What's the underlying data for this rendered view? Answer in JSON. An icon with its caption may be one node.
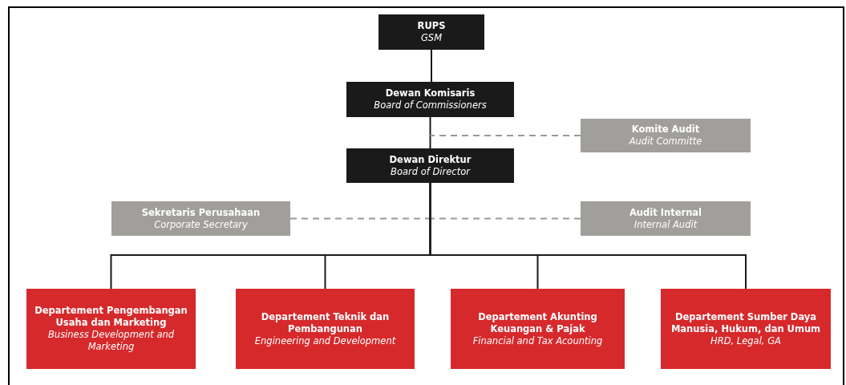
{
  "diagram": {
    "nodes": [
      {
        "text": [
          "RUPS",
          "GSM"
        ]
      },
      {
        "text": [
          "Dewan Komisaris",
          "Board of Commissioners"
        ]
      },
      {
        "text": [
          "Komite Audit",
          "Audit Committe"
        ]
      },
      {
        "text": [
          "Dewan Direktur",
          "Board of Director"
        ]
      },
      {
        "text": [
          "Sekretaris Perusahaan",
          "Corporate Secretary"
        ]
      },
      {
        "text": [
          "Audit Internal",
          "Internal Audit"
        ]
      },
      {
        "text": [
          "Departement Pengembangan Usaha dan Marketing",
          "Business Development and Marketing"
        ]
      },
      {
        "text": [
          "Departement Teknik dan Pembangunan",
          "Engineering and Development"
        ]
      },
      {
        "text": [
          "Departement Akunting Keuangan & Pajak",
          "Financial and Tax Acounting"
        ]
      },
      {
        "text": [
          "Departement Sumber Daya Manusia, Hukum, dan Umum",
          "HRD, Legal, GA"
        ]
      }
    ],
    "edges": [
      {
        "from": 0,
        "to": 1,
        "arrow": "none"
      },
      {
        "from": 1,
        "to": 3,
        "arrow": "none"
      },
      {
        "from": 2,
        "to": null,
        "arrow": "none",
        "style": "dashed",
        "color": "#999999"
      },
      {
        "from": 4,
        "to": null,
        "arrow": "none",
        "style": "dashed",
        "color": "#999999"
      },
      {
        "from": 5,
        "to": null,
        "arrow": "none",
        "style": "dashed",
        "color": "#999999"
      },
      {
        "from": 3,
        "to": 6,
        "arrow": "none"
      },
      {
        "from": 3,
        "to": 7,
        "arrow": "none"
      },
      {
        "from": 3,
        "to": 8,
        "arrow": "none"
      },
      {
        "from": 3,
        "to": 9,
        "arrow": "none"
      }
    ]
  }
}
